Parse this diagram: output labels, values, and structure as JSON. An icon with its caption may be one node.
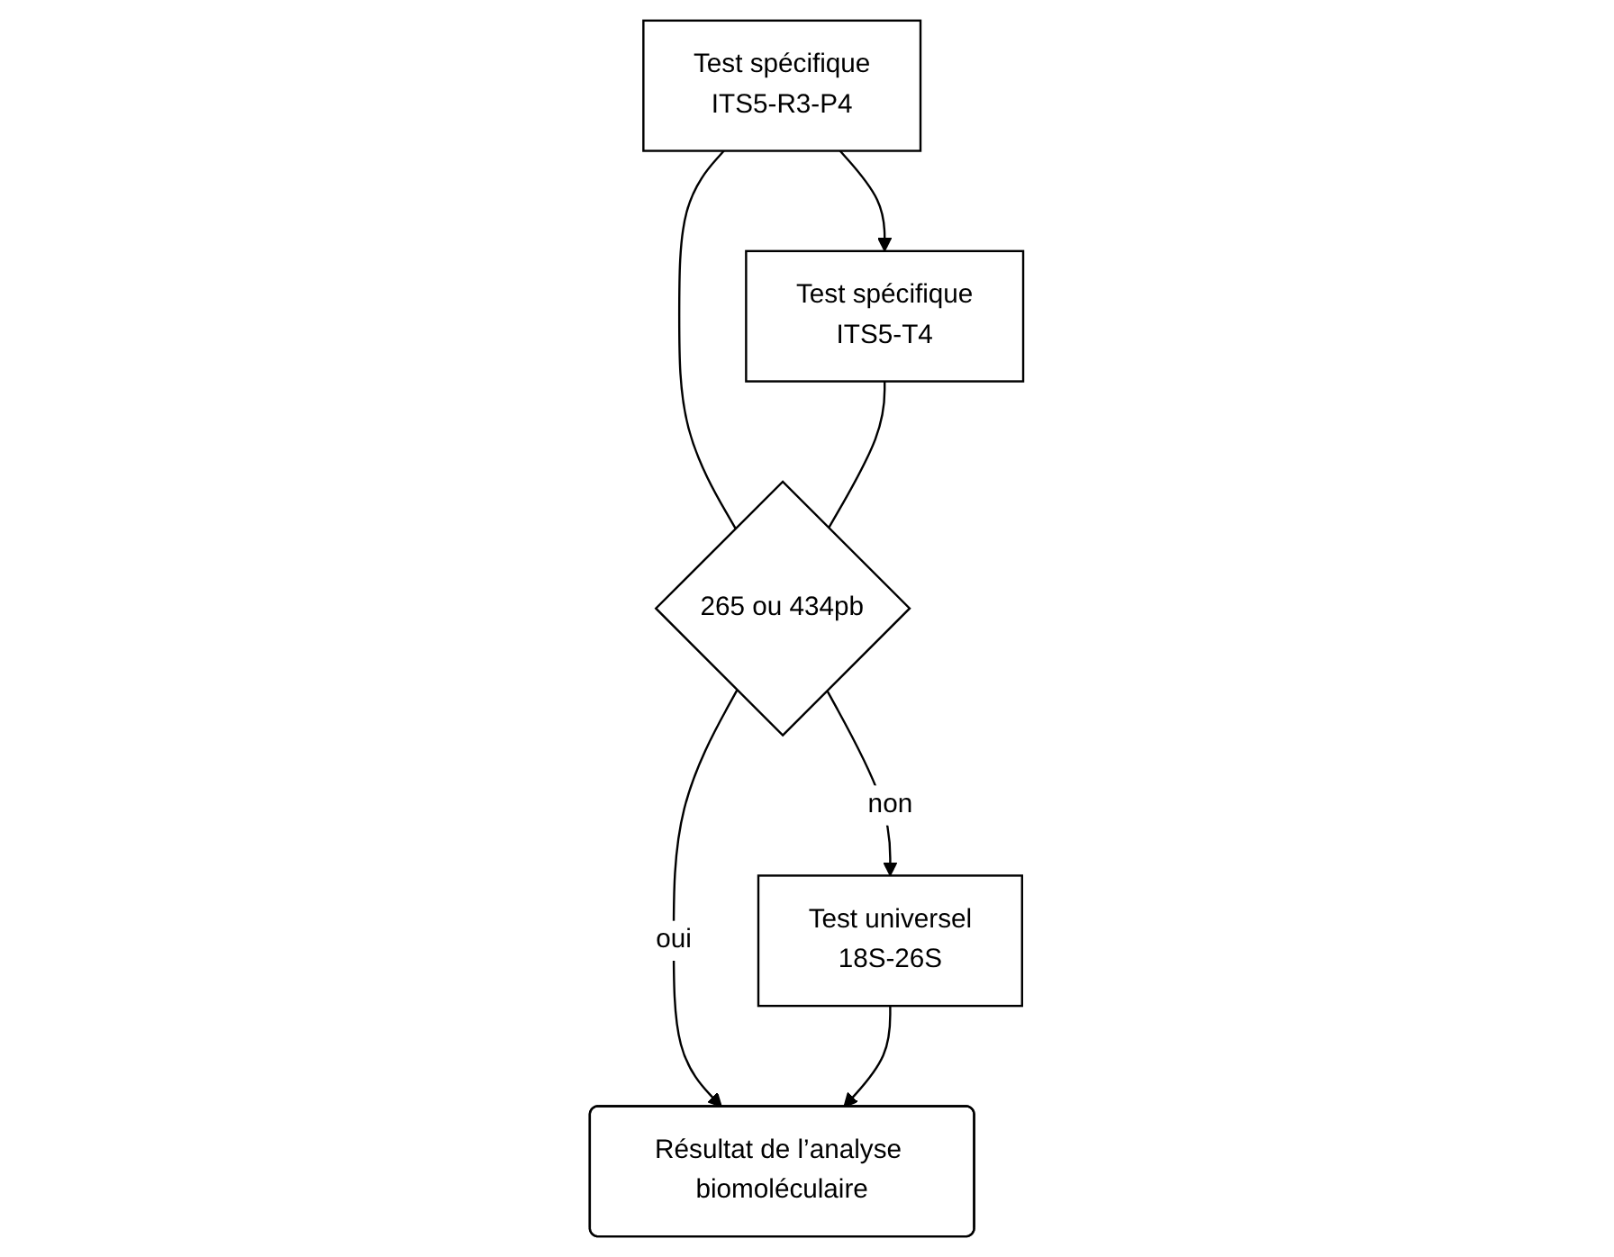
{
  "diagram": {
    "nodes": [
      {
        "text": [
          "Test spécifique",
          "ITS5-R3-P4"
        ]
      },
      {
        "text": [
          "Test spécifique",
          "ITS5-T4"
        ]
      },
      {
        "text": [
          "265 ou 434pb"
        ]
      },
      {
        "text": [
          "Test universel",
          "18S-26S"
        ]
      },
      {
        "text": [
          "Résultat de l’analyse biomoléculaire"
        ]
      }
    ],
    "edges": [
      {
        "from": 0,
        "to": 1,
        "arrow": "to"
      },
      {
        "from": 0,
        "to": 2,
        "arrow": "none"
      },
      {
        "from": 1,
        "to": 2,
        "arrow": "none"
      },
      {
        "from": 2,
        "to": 4,
        "arrow": "to",
        "label": "oui"
      },
      {
        "from": 2,
        "to": 3,
        "arrow": "to",
        "label": "non"
      },
      {
        "from": 3,
        "to": 4,
        "arrow": "to"
      }
    ]
  }
}
